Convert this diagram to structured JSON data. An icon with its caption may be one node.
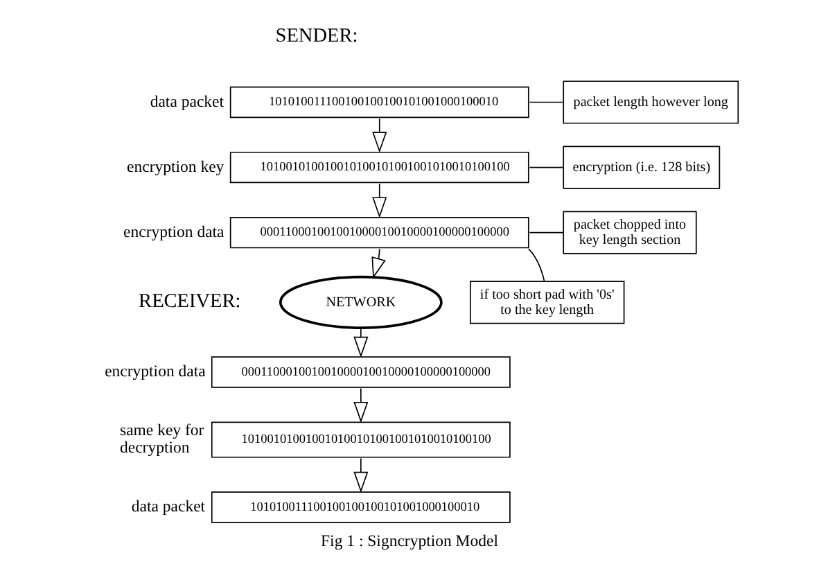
{
  "diagram": {
    "caption": "Fig 1 : Signcryption Model",
    "nodes": [
      {
        "text": [
          "101010011100100100100101001000100010"
        ],
        "beside": [
          "data packet"
        ]
      },
      {
        "text": [
          "packet length however long"
        ]
      },
      {
        "text": [
          "101001010010010100101001001010010100100"
        ],
        "beside": [
          "encryption key"
        ]
      },
      {
        "text": [
          "encryption (i.e. 128 bits)"
        ]
      },
      {
        "text": [
          "000110001001001000010010000100000100000"
        ],
        "beside": [
          "encryption data"
        ]
      },
      {
        "text": [
          "packet chopped into key length section"
        ]
      },
      {
        "text": [
          "if too short pad with '0s' to the key length"
        ]
      },
      {
        "text": [
          "NETWORK"
        ]
      },
      {
        "text": [
          "000110001001001000010010000100000100000"
        ],
        "beside": [
          "encryption data"
        ]
      },
      {
        "text": [
          "101001010010010100101001001010010100100"
        ],
        "beside": [
          "same key for decryption"
        ]
      },
      {
        "text": [
          "101010011100100100100101001000100010"
        ],
        "beside": [
          "data packet"
        ]
      }
    ],
    "edges": [
      {
        "from": 0,
        "to": 2,
        "arrow": "to"
      },
      {
        "from": 1,
        "to": 0,
        "arrow": "none"
      },
      {
        "from": 2,
        "to": 4,
        "arrow": "to"
      },
      {
        "from": 3,
        "to": 2,
        "arrow": "none"
      },
      {
        "from": 5,
        "to": 4,
        "arrow": "none"
      },
      {
        "from": 6,
        "to": 4,
        "arrow": "none"
      },
      {
        "from": 4,
        "to": 7,
        "arrow": "to"
      },
      {
        "from": 7,
        "to": 8,
        "arrow": "to"
      },
      {
        "from": 8,
        "to": 9,
        "arrow": "to"
      },
      {
        "from": 9,
        "to": 10,
        "arrow": "to"
      }
    ],
    "labels": [
      "SENDER:",
      "RECEIVER:"
    ]
  }
}
